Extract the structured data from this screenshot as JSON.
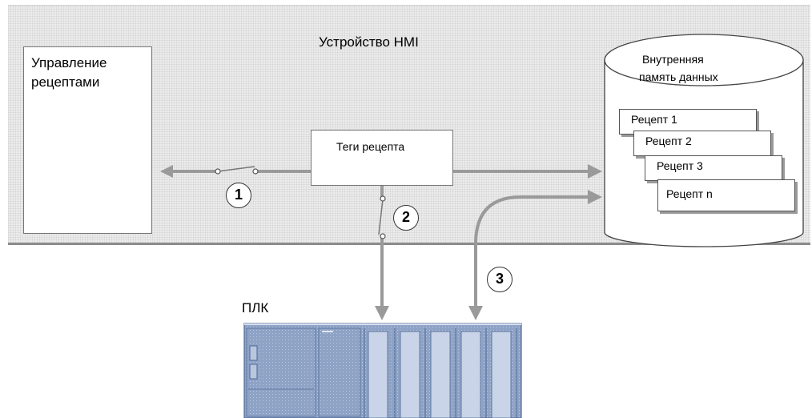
{
  "hmi_device": {
    "title": "Устройство HMI"
  },
  "recipe_management": {
    "line1": "Управление",
    "line2": "рецептами"
  },
  "recipe_tags": {
    "label": "Теги рецепта"
  },
  "internal_memory": {
    "line1": "Внутренняя",
    "line2": "память данных"
  },
  "recipes": [
    "Рецепт 1",
    "Рецепт 2",
    "Рецепт 3",
    "Рецепт n"
  ],
  "callouts": [
    "1",
    "2",
    "3"
  ],
  "plc": {
    "label": "ПЛК"
  },
  "colors": {
    "arrow": "#9a9a9a",
    "plc_body": "#8fa3c6",
    "panel": "#ececec"
  }
}
